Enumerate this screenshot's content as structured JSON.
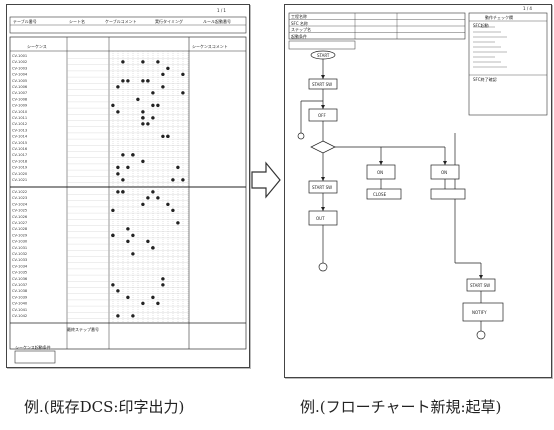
{
  "left_doc": {
    "header_page": "1 / 1",
    "header_fields": [
      "テーブル番号",
      "シート名",
      "ケーブルコメント",
      "実行タイミング",
      "ルール起動番号"
    ],
    "table_heading": "シーケンス",
    "side_heading": "シーケンスコメント",
    "bottom_heading": "最終ステップ番号",
    "bottom_box_label": "シーケンス起動条件",
    "glyph_mark": "●",
    "row_codes": [
      "CV-1001",
      "CV-1002",
      "CV-1003",
      "CV-1004",
      "CV-1005",
      "CV-1006",
      "CV-1007",
      "CV-1008",
      "CV-1009",
      "CV-1010",
      "CV-1011",
      "CV-1012",
      "CV-1013",
      "CV-1014",
      "CV-1015",
      "CV-1016",
      "CV-1017",
      "CV-1018",
      "CV-1019",
      "CV-1020",
      "CV-1021",
      "CV-1022",
      "CV-1023",
      "CV-1024",
      "CV-1025",
      "CV-1026",
      "CV-1027",
      "CV-1028",
      "CV-1029",
      "CV-1030",
      "CV-1031",
      "CV-1032",
      "CV-1033",
      "CV-1034",
      "CV-1035",
      "CV-1036",
      "CV-1037",
      "CV-1038",
      "CV-1039",
      "CV-1040",
      "CV-1041",
      "CV-1042"
    ]
  },
  "right_doc": {
    "page_num": "1 / 4",
    "header_rows": [
      "工程名称",
      "SFC 名称",
      "ステップ名",
      "起動条件"
    ],
    "side_heading": "動作チェック欄",
    "side_sub": "SFC起動",
    "side_sub2": "SFC終了確認",
    "nodes": [
      {
        "key": "start",
        "text": "START"
      },
      {
        "key": "step1",
        "text": "START SW"
      },
      {
        "key": "step2",
        "text": "OFF"
      },
      {
        "key": "step3",
        "text": "START SW"
      },
      {
        "key": "step4",
        "text": "ON"
      },
      {
        "key": "step5",
        "text": "ON"
      },
      {
        "key": "step6",
        "text": "OUT"
      },
      {
        "key": "step7",
        "text": "CLOSE"
      },
      {
        "key": "step8",
        "text": "START SW"
      },
      {
        "key": "step9",
        "text": "NOTIFY"
      }
    ]
  },
  "captions": {
    "left": "例.(既存DCS:印字出力)",
    "right": "例.(フローチャート新規:起草)"
  }
}
